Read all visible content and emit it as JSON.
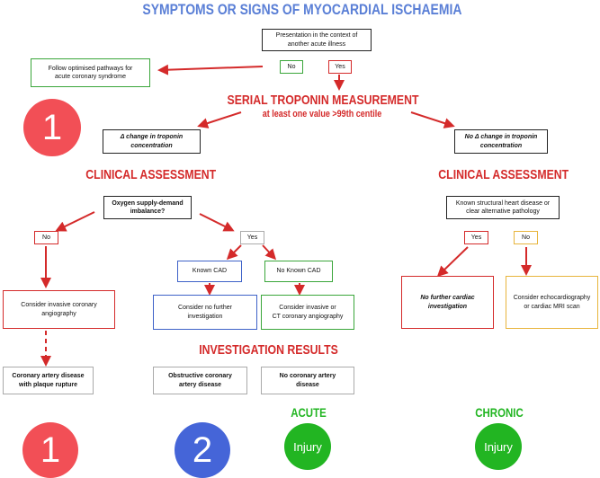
{
  "title": "SYMPTOMS OR SIGNS OF MYOCARDIAL ISCHAEMIA",
  "colors": {
    "title_blue": "#5a7fd6",
    "red": "#d42a2a",
    "green": "#3aa63a",
    "blue": "#3e62c8",
    "yellow": "#e8b53c",
    "circle_red": "#f24f56",
    "circle_blue": "#4565d8",
    "circle_green": "#22b522"
  },
  "top": {
    "presentation": "Presentation in the context of\nanother acute illness",
    "no": "No",
    "yes": "Yes",
    "acs": "Follow optimised pathways for\nacute coronary syndrome"
  },
  "serial": {
    "title": "SERIAL TROPONIN MEASUREMENT",
    "subtitle": "at least one value >99th centile"
  },
  "left": {
    "change": "Δ change in troponin\nconcentration",
    "clinical": "CLINICAL ASSESSMENT",
    "oxygen": "Oxygen supply-demand\nimbalance?",
    "no": "No",
    "yes": "Yes",
    "known_cad": "Known CAD",
    "no_known_cad": "No Known CAD",
    "invasive": "Consider invasive coronary\nangiography",
    "no_further": "Consider no further\ninvestigation",
    "invasive_or_ct": "Consider invasive or\nCT coronary angiography",
    "results": "INVESTIGATION RESULTS",
    "cad_plaque": "Coronary artery disease\nwith plaque rupture",
    "obstructive": "Obstructive coronary\nartery disease",
    "no_cad": "No coronary artery\ndisease",
    "acute": "ACUTE"
  },
  "right": {
    "no_change": "No Δ change in troponin\nconcentration",
    "clinical": "CLINICAL ASSESSMENT",
    "structural": "Known structural heart disease or\nclear alternative pathology",
    "yes": "Yes",
    "no": "No",
    "no_further_cardiac": "No further cardiac\ninvestigation",
    "echo": "Consider echocardiography\nor cardiac MRI scan",
    "chronic": "CHRONIC"
  },
  "circles": {
    "one_top": "1",
    "one_bottom": "1",
    "two": "2",
    "injury_acute": "Injury",
    "injury_chronic": "Injury"
  }
}
